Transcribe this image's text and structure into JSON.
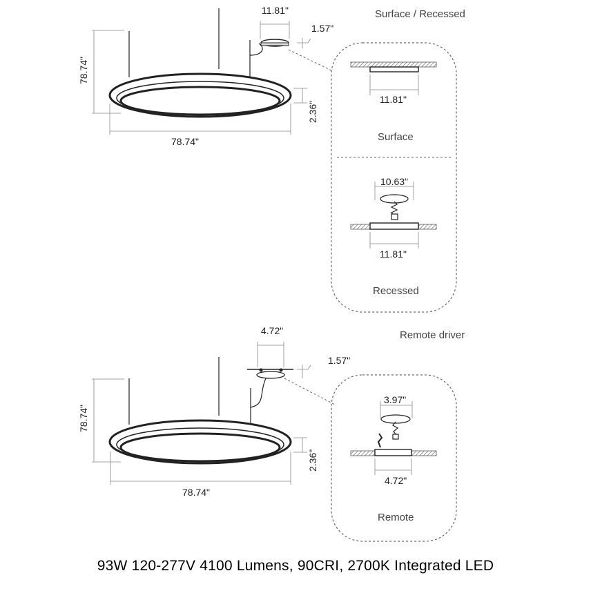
{
  "top": {
    "title": "Surface / Recessed",
    "canopy_width": "11.81\"",
    "canopy_height": "1.57\"",
    "overall_height": "78.74\"",
    "ring_height": "2.36\"",
    "ring_width": "78.74\"",
    "surface": {
      "width": "11.81\"",
      "label": "Surface"
    },
    "recessed": {
      "inner_width": "10.63\"",
      "outer_width": "11.81\"",
      "label": "Recessed"
    }
  },
  "bottom": {
    "title": "Remote driver",
    "canopy_width": "4.72\"",
    "canopy_height": "1.57\"",
    "overall_height": "78.74\"",
    "ring_height": "2.36\"",
    "ring_width": "78.74\"",
    "remote": {
      "inner_width": "3.97\"",
      "outer_width": "4.72\"",
      "label": "Remote"
    }
  },
  "footer": "93W 120-277V 4100 Lumens, 90CRI, 2700K Integrated LED"
}
